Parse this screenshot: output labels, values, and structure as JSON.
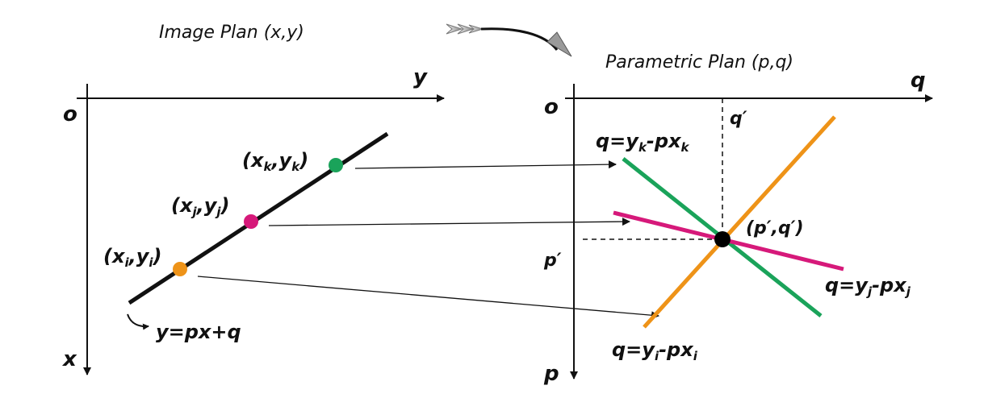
{
  "titles": {
    "left": "Image Plan (x,y)",
    "right": "Parametric Plan (p,q)"
  },
  "left_axes": {
    "origin": "o",
    "horizontal": "y",
    "vertical": "x"
  },
  "right_axes": {
    "origin": "o",
    "horizontal": "q",
    "vertical": "p"
  },
  "points": {
    "k": {
      "open": "(x",
      "sub1": "k",
      "comma": ",y",
      "sub2": "k",
      "close": ")",
      "color": "#1aa35a"
    },
    "j": {
      "open": "(x",
      "sub1": "j",
      "comma": ",y",
      "sub2": "j",
      "close": ")",
      "color": "#d6197a"
    },
    "i": {
      "open": "(x",
      "sub1": "i",
      "comma": ",y",
      "sub2": "i",
      "close": ")",
      "color": "#ee9318"
    }
  },
  "line_equation": "y=px+q",
  "param_lines": {
    "k": {
      "pre": "q=y",
      "sub1": "k",
      "mid": "-px",
      "sub2": "k",
      "color": "#1aa35a"
    },
    "j": {
      "pre": "q=y",
      "sub1": "j",
      "mid": "-px",
      "sub2": "j",
      "color": "#d6197a"
    },
    "i": {
      "pre": "q=y",
      "sub1": "i",
      "mid": "-px",
      "sub2": "i",
      "color": "#ee9318"
    }
  },
  "intersection": {
    "label": "(p′,q′)",
    "p_label": "p′",
    "q_label": "q′"
  }
}
